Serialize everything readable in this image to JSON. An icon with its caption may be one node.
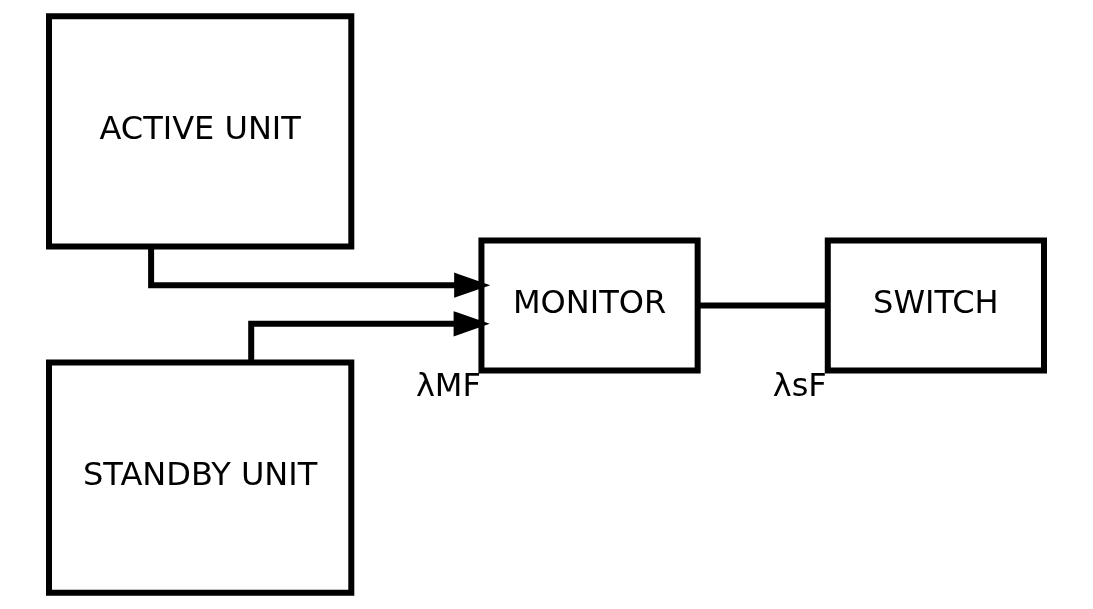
{
  "diagram": {
    "nodes": [
      {
        "text": [
          "ACTIVE UNIT"
        ]
      },
      {
        "text": [
          "STANDBY UNIT"
        ]
      },
      {
        "text": [
          "MONITOR"
        ],
        "beside": [
          "λMF"
        ]
      },
      {
        "text": [
          "SWITCH"
        ],
        "beside": [
          "λsF"
        ]
      }
    ],
    "edges": [
      {
        "from": 0,
        "to": 2,
        "arrow": "to"
      },
      {
        "from": 1,
        "to": 2,
        "arrow": "to"
      },
      {
        "from": 2,
        "to": 3,
        "arrow": "none"
      }
    ]
  }
}
